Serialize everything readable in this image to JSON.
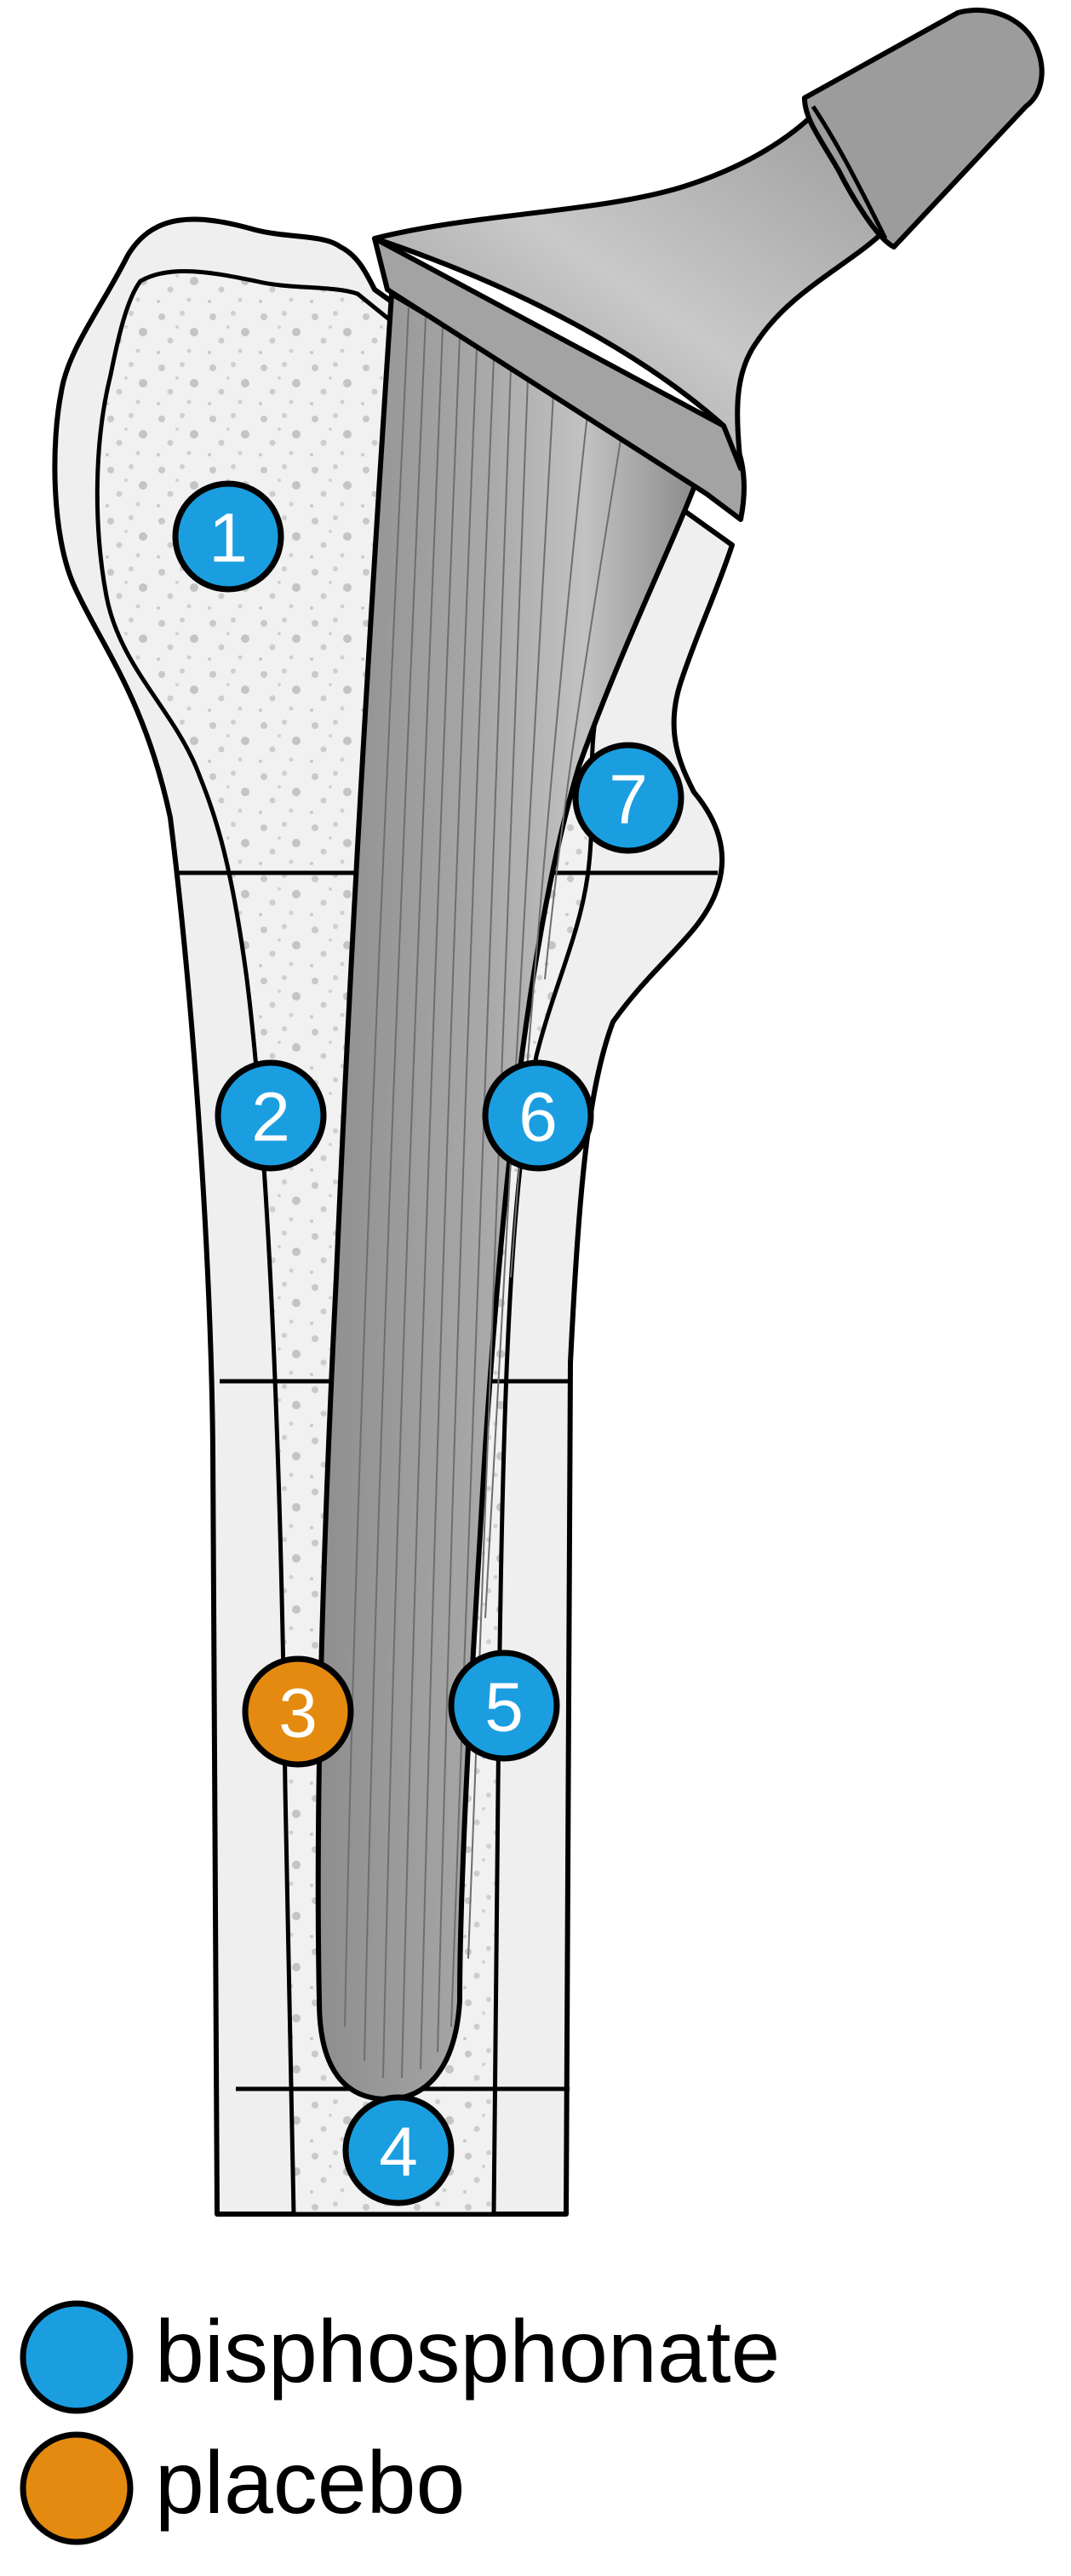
{
  "colors": {
    "bisphosphonate": "#1a9ee0",
    "placebo": "#e48a10",
    "bone_fill": "#efefef",
    "cancellous": "#dcdcdc",
    "implant": "#9a9a9a",
    "outline": "#000000"
  },
  "zones": [
    {
      "number": "1",
      "group": "bisphosphonate"
    },
    {
      "number": "2",
      "group": "bisphosphonate"
    },
    {
      "number": "3",
      "group": "placebo"
    },
    {
      "number": "4",
      "group": "bisphosphonate"
    },
    {
      "number": "5",
      "group": "bisphosphonate"
    },
    {
      "number": "6",
      "group": "bisphosphonate"
    },
    {
      "number": "7",
      "group": "bisphosphonate"
    }
  ],
  "legend": [
    {
      "label": "bisphosphonate",
      "group": "bisphosphonate"
    },
    {
      "label": "placebo",
      "group": "placebo"
    }
  ]
}
